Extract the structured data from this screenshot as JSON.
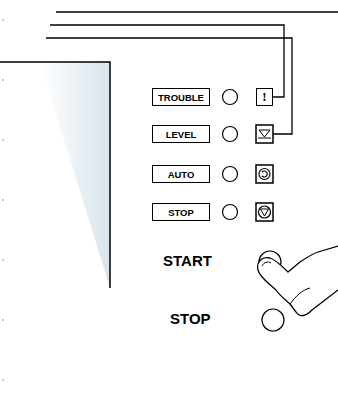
{
  "diagram": {
    "nodes": [
      {
        "text": [
          "TROUBLE"
        ]
      },
      {
        "text": [
          "!"
        ]
      },
      {
        "text": [
          "LEVEL"
        ]
      },
      {
        "text": [
          "AUTO"
        ]
      },
      {
        "text": [
          "STOP"
        ]
      }
    ],
    "labels": [
      "START",
      "STOP"
    ]
  }
}
